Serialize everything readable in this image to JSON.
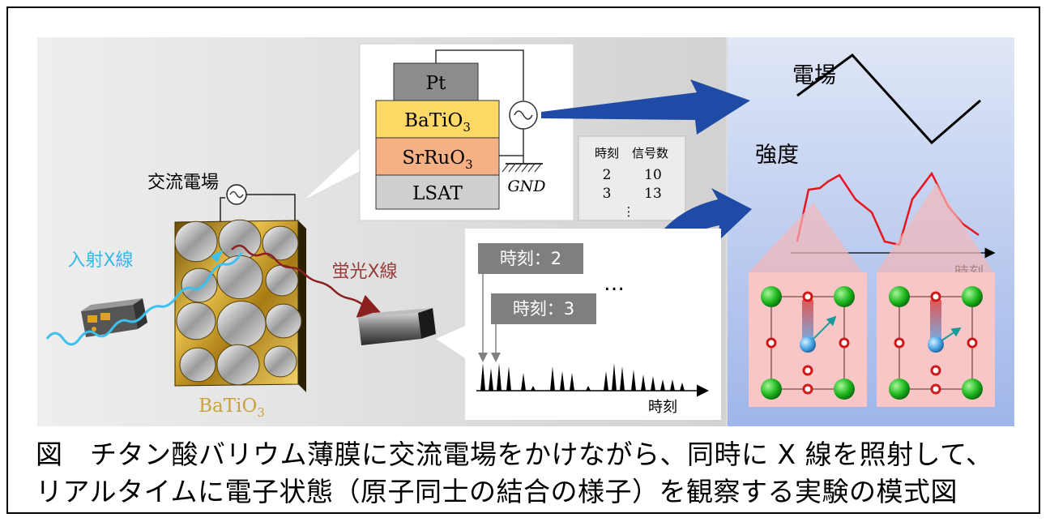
{
  "stack": {
    "pt": "Pt",
    "batio3_base": "BaTiO",
    "srruo3_base": "SrRuO",
    "subscript": "3",
    "lsat": "LSAT",
    "gnd": "GND"
  },
  "labels": {
    "ac_field": "交流電場",
    "incident_xray": "入射X線",
    "fluorescent_xray": "蛍光X線",
    "sample_base": "BaTiO",
    "sample_sub": "3",
    "ellipsis": "…"
  },
  "data_table": {
    "header_time": "時刻",
    "header_signal": "信号数",
    "rows": [
      {
        "time": "2",
        "signal": "10"
      },
      {
        "time": "3",
        "signal": "13"
      }
    ],
    "more": "⋮"
  },
  "timing": {
    "time_tag_1": "時刻：2",
    "time_tag_2": "時刻：3",
    "axis_label": "時刻"
  },
  "right_panel": {
    "field_label": "電場",
    "intensity_label": "強度",
    "axis_label": "時刻",
    "field_color": "#000000",
    "intensity_color": "#e8141e"
  },
  "caption": {
    "line1": "図　チタン酸バリウム薄膜に交流電場をかけながら、同時に X 線を照射して、",
    "line2": "リアルタイムに電子状態（原子同士の結合の様子）を観察する実験の模式図"
  }
}
